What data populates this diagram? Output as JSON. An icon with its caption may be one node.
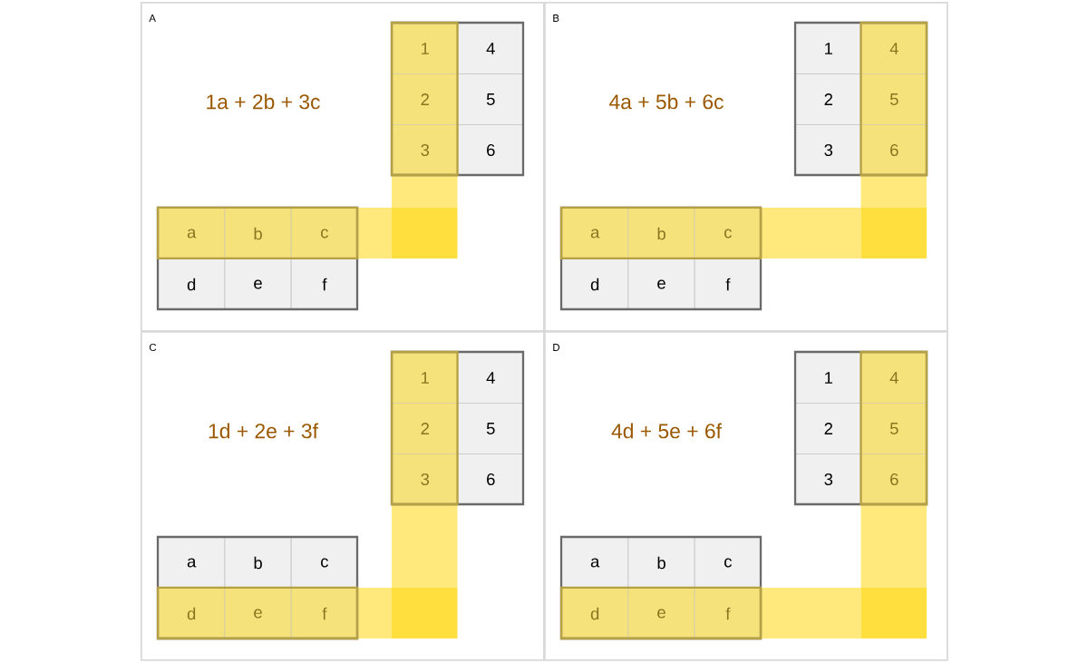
{
  "diagram": {
    "nodes": [
      {
        "text": [
          "A",
          "1a + 2b + 3c"
        ]
      },
      {
        "text": [
          "1"
        ],
        "in": 0
      },
      {
        "text": [
          "4"
        ],
        "in": 0
      },
      {
        "text": [
          "2"
        ],
        "in": 0
      },
      {
        "text": [
          "5"
        ],
        "in": 0
      },
      {
        "text": [
          "3"
        ],
        "in": 0
      },
      {
        "text": [
          "6"
        ],
        "in": 0
      },
      {
        "text": [
          "a"
        ],
        "in": 0
      },
      {
        "text": [
          "b"
        ],
        "in": 0
      },
      {
        "text": [
          "c"
        ],
        "in": 0
      },
      {
        "text": [
          "d"
        ],
        "in": 0
      },
      {
        "text": [
          "e"
        ],
        "in": 0
      },
      {
        "text": [
          "f"
        ],
        "in": 0
      },
      {
        "text": [
          "B",
          "4a + 5b + 6c"
        ]
      },
      {
        "text": [
          "1"
        ],
        "in": 13
      },
      {
        "text": [
          "4"
        ],
        "in": 13
      },
      {
        "text": [
          "2"
        ],
        "in": 13
      },
      {
        "text": [
          "5"
        ],
        "in": 13
      },
      {
        "text": [
          "3"
        ],
        "in": 13
      },
      {
        "text": [
          "6"
        ],
        "in": 13
      },
      {
        "text": [
          "a"
        ],
        "in": 13
      },
      {
        "text": [
          "b"
        ],
        "in": 13
      },
      {
        "text": [
          "c"
        ],
        "in": 13
      },
      {
        "text": [
          "d"
        ],
        "in": 13
      },
      {
        "text": [
          "e"
        ],
        "in": 13
      },
      {
        "text": [
          "f"
        ],
        "in": 13
      },
      {
        "text": [
          "C",
          "1d + 2e + 3f"
        ]
      },
      {
        "text": [
          "1"
        ],
        "in": 26
      },
      {
        "text": [
          "4"
        ],
        "in": 26
      },
      {
        "text": [
          "2"
        ],
        "in": 26
      },
      {
        "text": [
          "5"
        ],
        "in": 26
      },
      {
        "text": [
          "3"
        ],
        "in": 26
      },
      {
        "text": [
          "6"
        ],
        "in": 26
      },
      {
        "text": [
          "a"
        ],
        "in": 26
      },
      {
        "text": [
          "b"
        ],
        "in": 26
      },
      {
        "text": [
          "c"
        ],
        "in": 26
      },
      {
        "text": [
          "d"
        ],
        "in": 26
      },
      {
        "text": [
          "e"
        ],
        "in": 26
      },
      {
        "text": [
          "f"
        ],
        "in": 26
      },
      {
        "text": [
          "D",
          "4d + 5e + 6f"
        ]
      },
      {
        "text": [
          "1"
        ],
        "in": 39
      },
      {
        "text": [
          "4"
        ],
        "in": 39
      },
      {
        "text": [
          "2"
        ],
        "in": 39
      },
      {
        "text": [
          "5"
        ],
        "in": 39
      },
      {
        "text": [
          "3"
        ],
        "in": 39
      },
      {
        "text": [
          "6"
        ],
        "in": 39
      },
      {
        "text": [
          "a"
        ],
        "in": 39
      },
      {
        "text": [
          "b"
        ],
        "in": 39
      },
      {
        "text": [
          "c"
        ],
        "in": 39
      },
      {
        "text": [
          "d"
        ],
        "in": 39
      },
      {
        "text": [
          "e"
        ],
        "in": 39
      },
      {
        "text": [
          "f"
        ],
        "in": 39
      }
    ]
  }
}
